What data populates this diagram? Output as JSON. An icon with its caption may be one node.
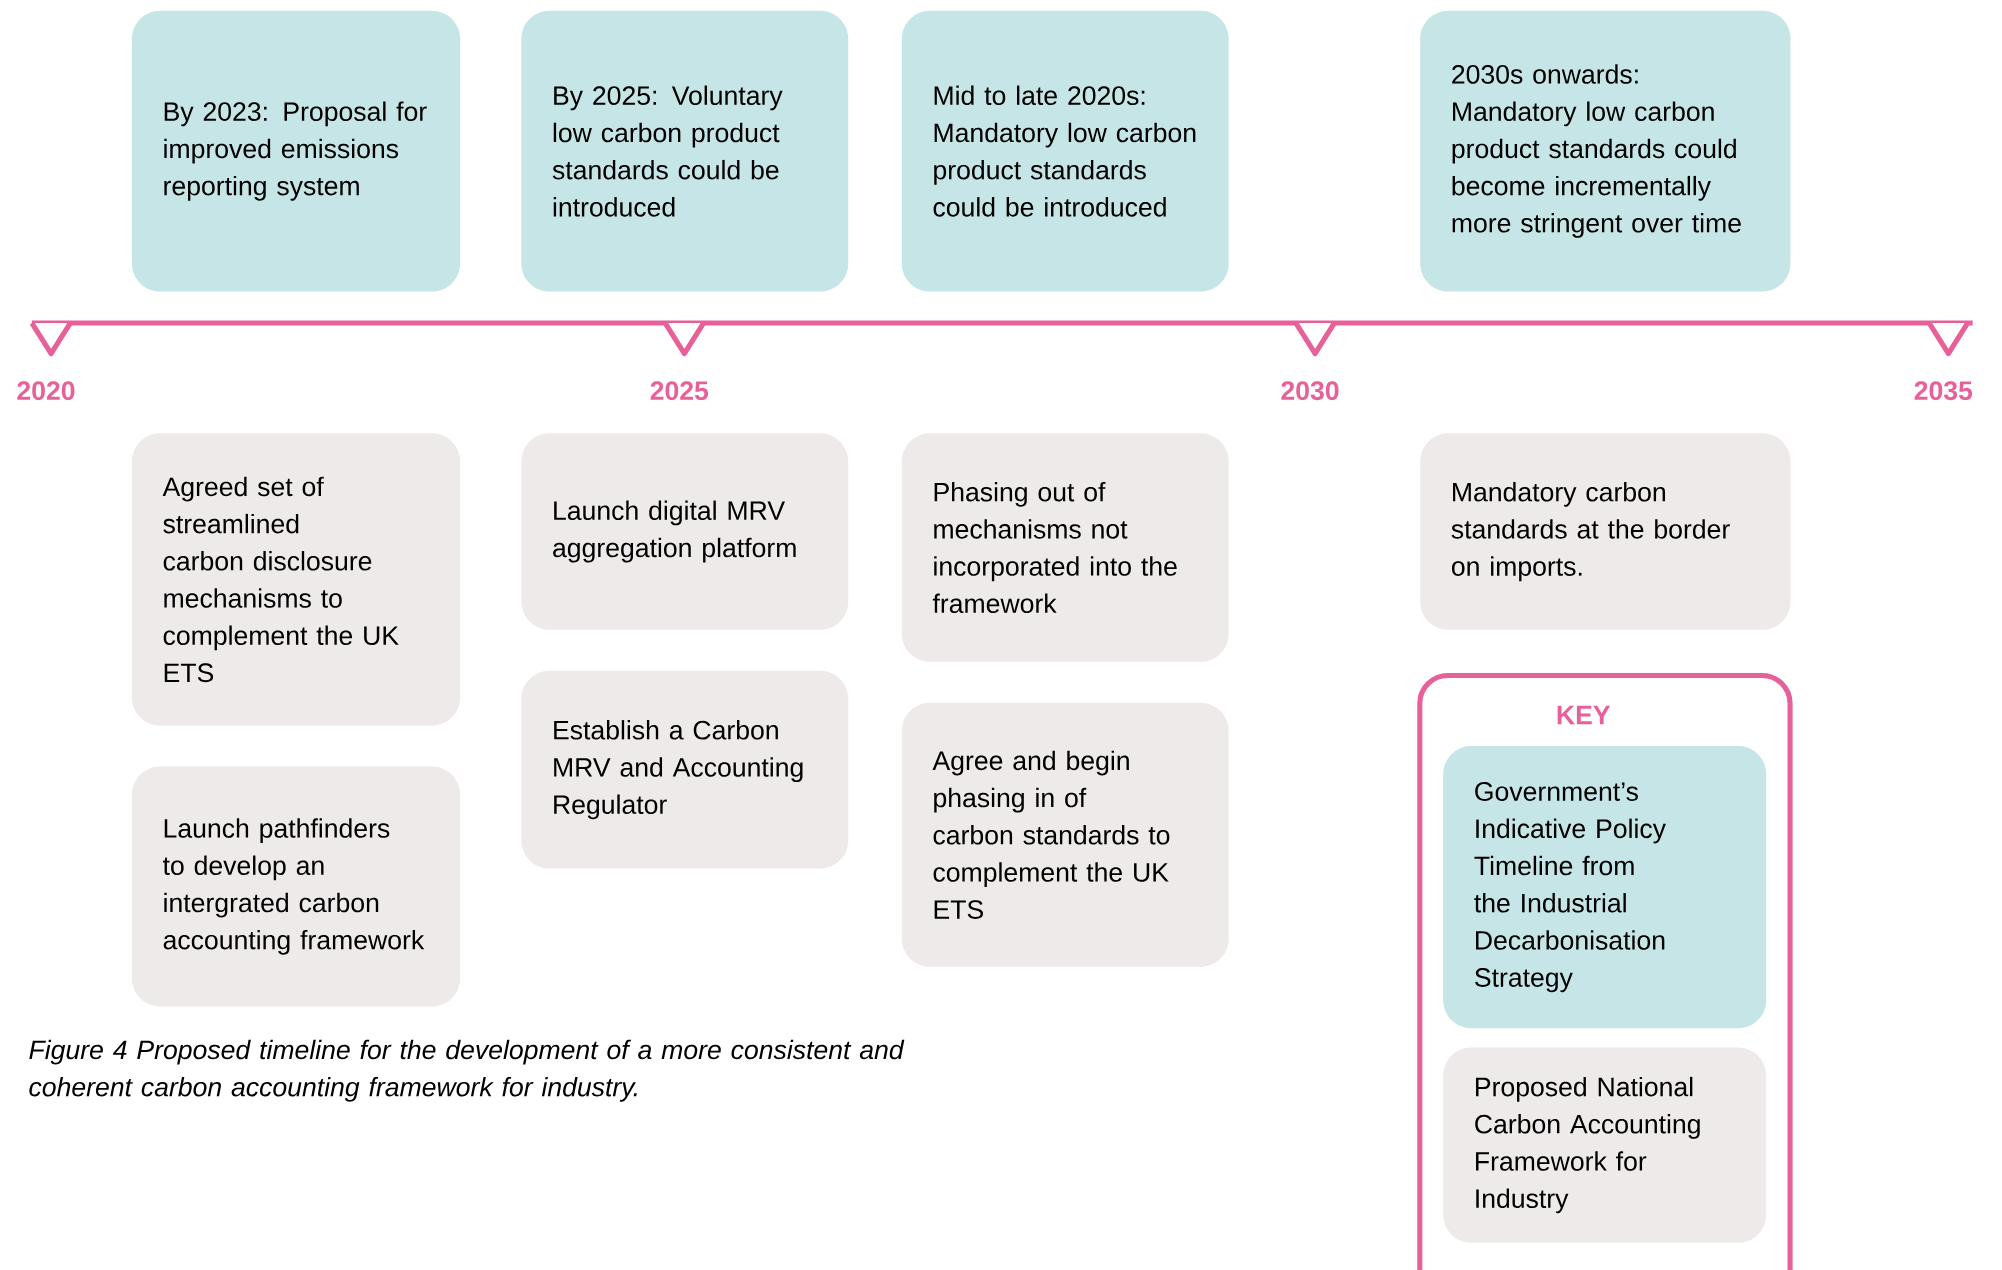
{
  "diagram": {
    "caption": "Figure 4 Proposed timeline for the development of a more consistent and coherent carbon accounting framework for industry.",
    "nodes": [
      {
        "text": [
          "By 2023: Proposal for improved emissions reporting system"
        ]
      },
      {
        "text": [
          "By 2025: Voluntary low carbon product standards could be introduced"
        ]
      },
      {
        "text": [
          "Mid to late 2020s: Mandatory low carbon product standards could be introduced"
        ]
      },
      {
        "text": [
          "2030s onwards: Mandatory low carbon product standards could become incrementally more stringent over time"
        ]
      },
      {
        "text": [
          "Agreed set of streamlined carbon disclosure mechanisms to complement the UK ETS"
        ]
      },
      {
        "text": [
          "Launch pathfinders to develop an intergrated carbon accounting framework"
        ]
      },
      {
        "text": [
          "Launch digital MRV aggregation platform"
        ]
      },
      {
        "text": [
          "Establish a Carbon MRV and Accounting Regulator"
        ]
      },
      {
        "text": [
          "Phasing out of mechanisms not incorporated into the framework"
        ]
      },
      {
        "text": [
          "Agree and begin phasing in of carbon standards to complement the UK ETS"
        ]
      },
      {
        "text": [
          "Mandatory carbon standards at the border on imports."
        ]
      }
    ],
    "labels": [
      "2020",
      "2025",
      "2030",
      "2035",
      "KEY"
    ],
    "legend": [
      {
        "text": "Government’s Indicative Policy Timeline from the Industrial Decarbonisation Strategy",
        "color": "#c5e5e6"
      },
      {
        "text": "Proposed National Carbon Accounting Framework for Industry",
        "color": "#eeeaea"
      }
    ]
  }
}
